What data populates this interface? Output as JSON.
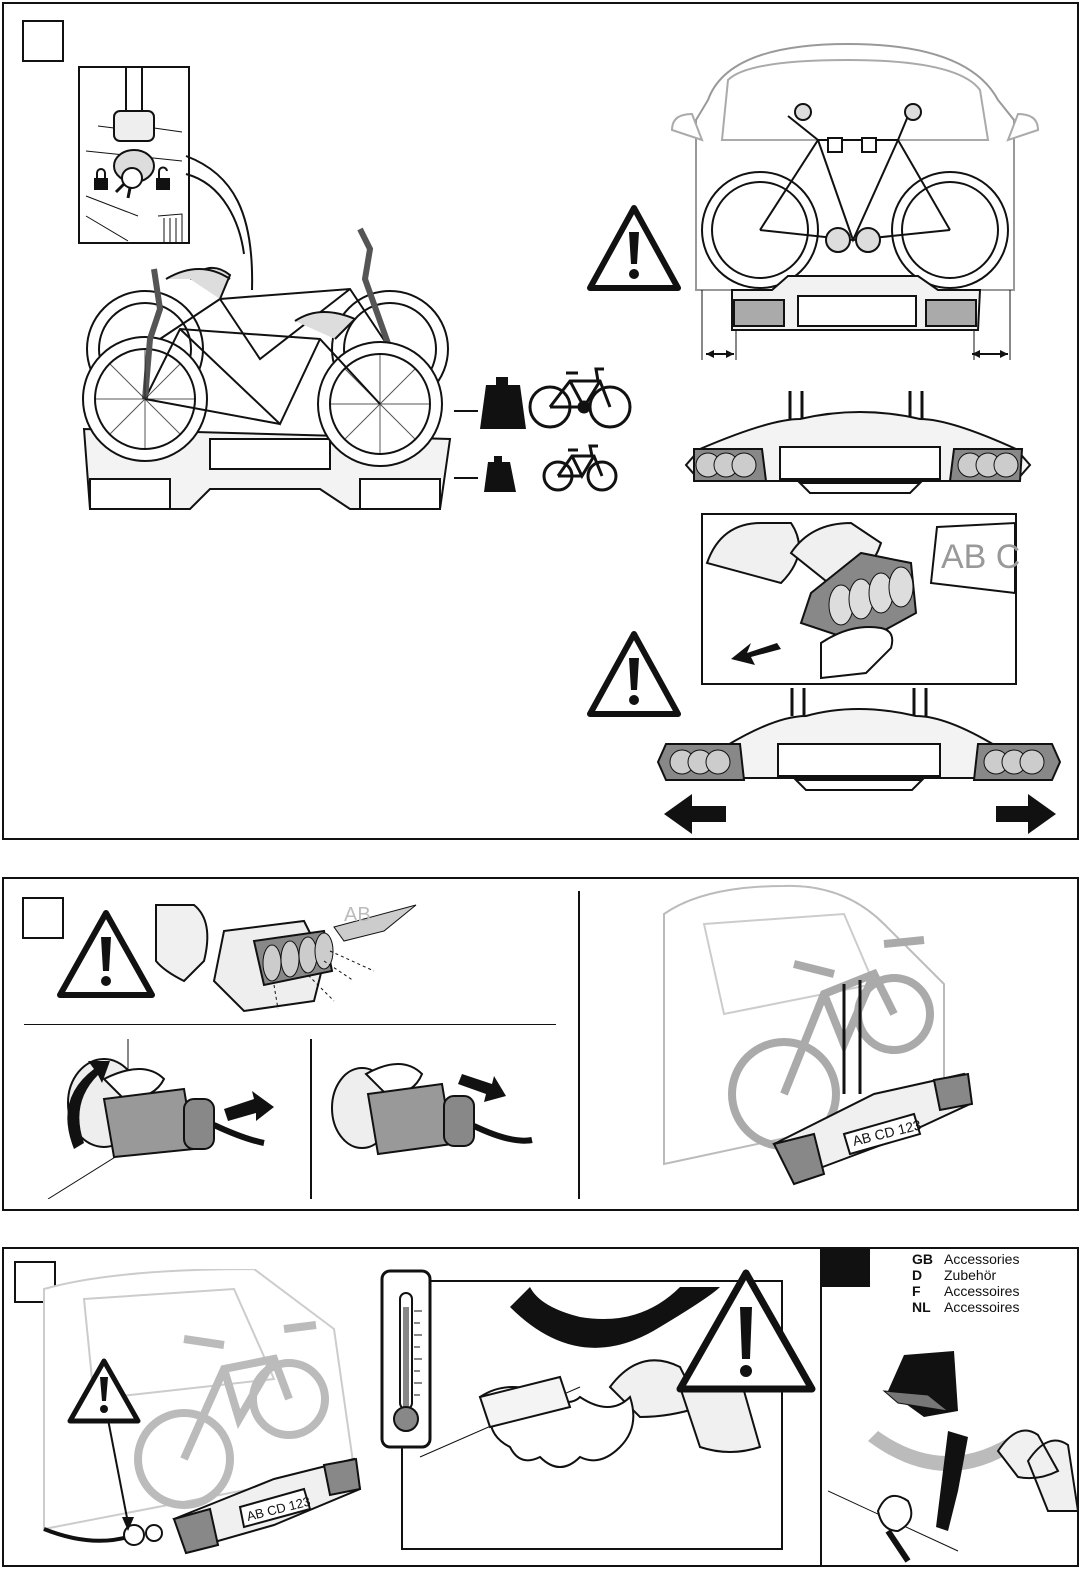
{
  "panels": {
    "top": {
      "step": "",
      "plate_text": "AB CD"
    },
    "middle": {
      "step": "",
      "plate_text": "AB CD 123",
      "plate_text_small": "AB"
    },
    "bottom": {
      "step": "",
      "plate_text": "AB CD 123"
    }
  },
  "accessories": {
    "languages": [
      {
        "code": "GB",
        "label": "Accessories"
      },
      {
        "code": "D",
        "label": "Zubehör"
      },
      {
        "code": "F",
        "label": "Accessoires"
      },
      {
        "code": "NL",
        "label": "Accessoires"
      }
    ]
  },
  "icons": [
    "warning-triangle-icon",
    "weight-icon",
    "bicycle-icon",
    "lock-icon",
    "unlock-icon",
    "thermometer-icon",
    "arrow-icon"
  ],
  "colors": {
    "ink": "#111111",
    "gray": "#b8b8b8",
    "light": "#e6e6e6"
  }
}
